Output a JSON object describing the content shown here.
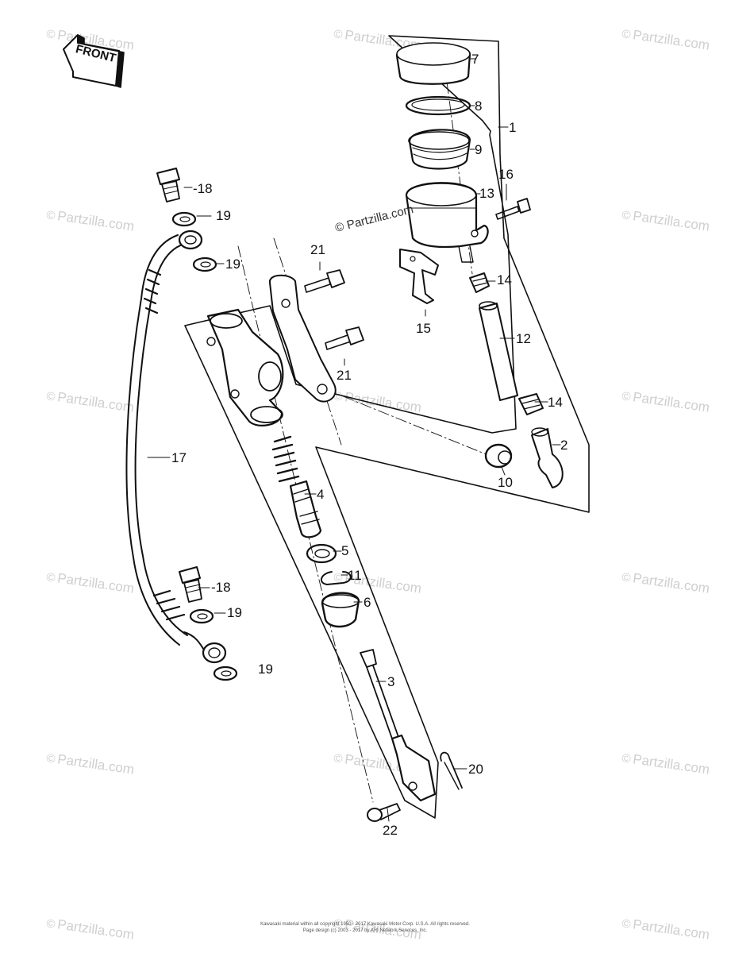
{
  "front_label": "FRONT",
  "watermark_text": "Partzilla.com",
  "copyright_text": "Partzilla.com",
  "callouts": [
    "1",
    "2",
    "3",
    "4",
    "5",
    "6",
    "7",
    "8",
    "9",
    "10",
    "11",
    "12",
    "13",
    "14",
    "14",
    "15",
    "16",
    "17",
    "-18",
    "-18",
    "19",
    "19",
    "19",
    "19",
    "20",
    "21",
    "21",
    "22"
  ],
  "footer_lines": [
    "Kawasaki material within all copyright 1950 - 2017 Kawasaki Motor Corp. U.S.A. All rights reserved.",
    "Page design (c) 2003 - 2017 by ARI Network Services, Inc."
  ]
}
